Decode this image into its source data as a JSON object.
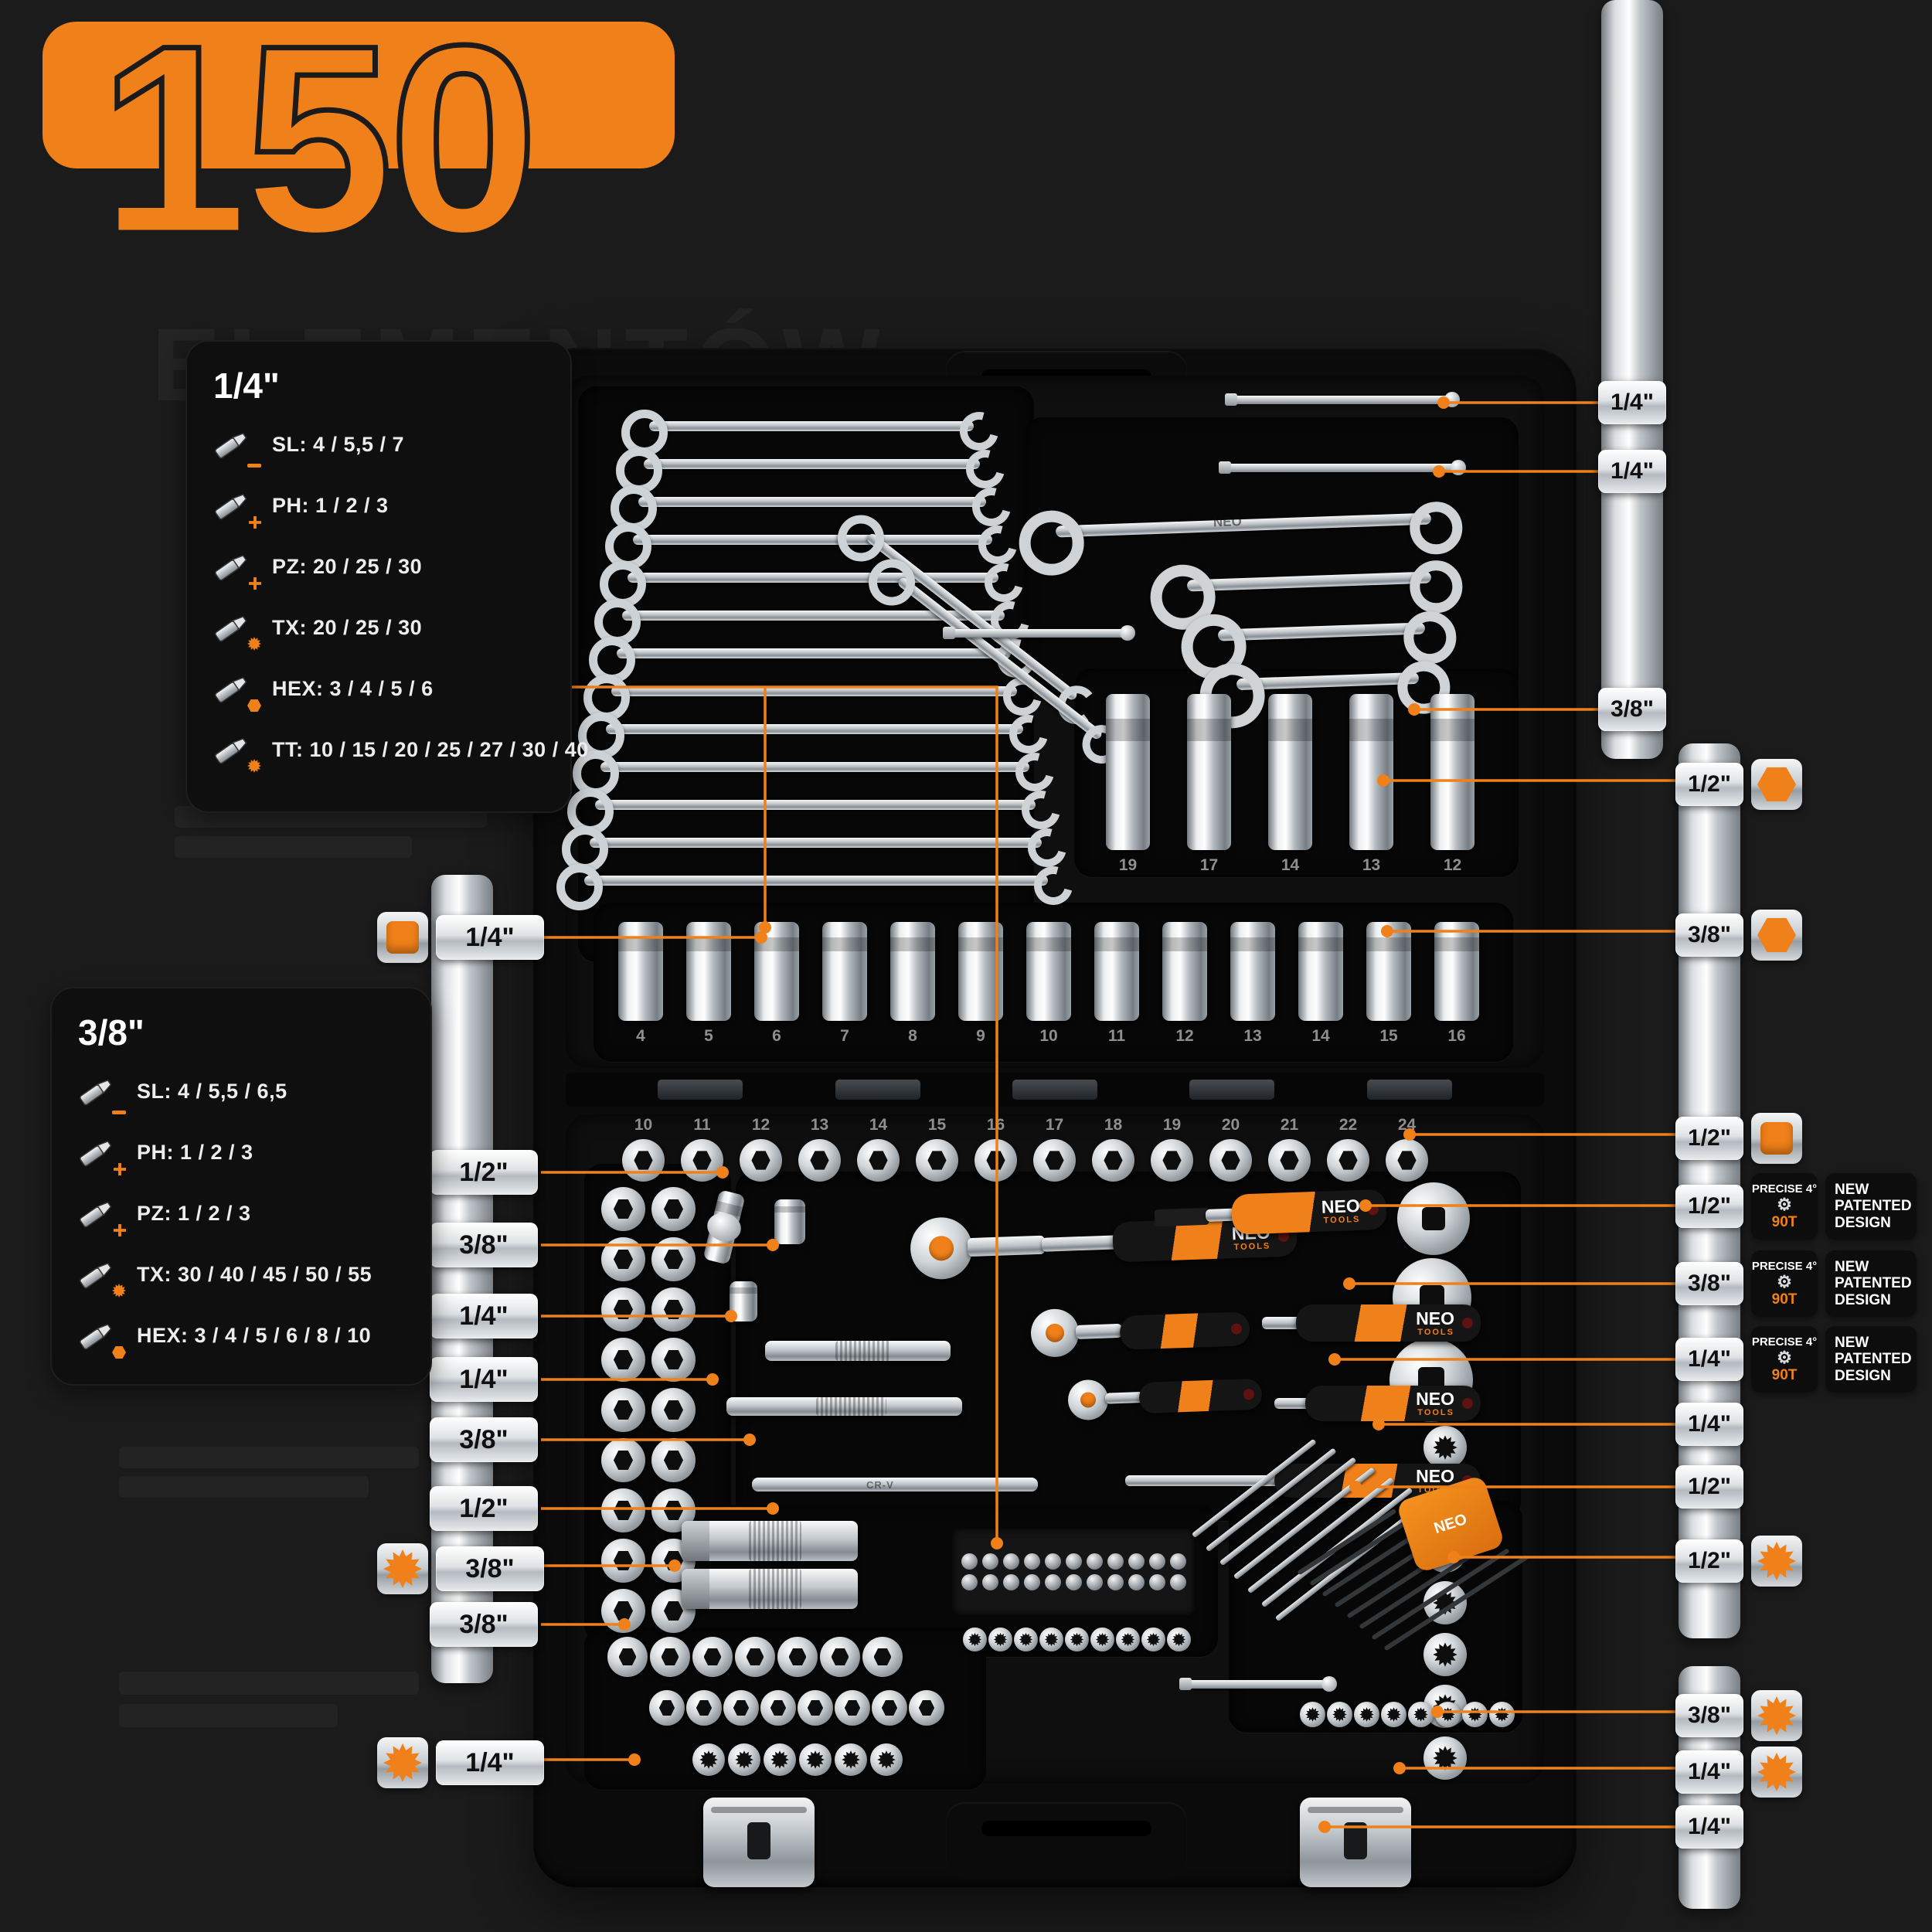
{
  "colors": {
    "accent": "#F08019",
    "background": "#1B1B1B",
    "case_black": "#0B0B0B",
    "chrome_light": "#F2F3F4",
    "chrome_dark": "#7A8187"
  },
  "title": {
    "number": "150",
    "subtitle": "ELEMENTÓW"
  },
  "brand": {
    "name": "NEO",
    "sub": "TOOLS",
    "steel": "CR-V"
  },
  "bit_panels": [
    {
      "header": "1/4\"",
      "rows": [
        {
          "icon": "bit-slotted-icon",
          "label": "SL: 4 / 5,5 / 7"
        },
        {
          "icon": "bit-phillips-icon",
          "label": "PH: 1 / 2 / 3"
        },
        {
          "icon": "bit-pozidriv-icon",
          "label": "PZ: 20 / 25 / 30"
        },
        {
          "icon": "bit-torx-icon",
          "label": "TX: 20 / 25 / 30"
        },
        {
          "icon": "bit-hex-icon",
          "label": "HEX: 3 / 4 / 5 / 6"
        },
        {
          "icon": "bit-tamper-torx-icon",
          "label": "TT: 10 / 15 / 20 / 25 / 27 / 30 / 40"
        }
      ]
    },
    {
      "header": "3/8\"",
      "rows": [
        {
          "icon": "bit-slotted-icon",
          "label": "SL: 4 / 5,5 / 6,5"
        },
        {
          "icon": "bit-phillips-icon",
          "label": "PH: 1 / 2 / 3"
        },
        {
          "icon": "bit-pozidriv-icon",
          "label": "PZ: 1 / 2 / 3"
        },
        {
          "icon": "bit-torx-icon",
          "label": "TX: 30 / 40 / 45 / 50 / 55"
        },
        {
          "icon": "bit-hex-icon",
          "label": "HEX: 3 / 4 / 5 / 6 / 8 / 10"
        }
      ]
    }
  ],
  "left_callouts": [
    {
      "text": "1/4\"",
      "icon": "square-drive-icon"
    },
    {
      "text": "1/2\""
    },
    {
      "text": "3/8\""
    },
    {
      "text": "1/4\""
    },
    {
      "text": "1/4\""
    },
    {
      "text": "3/8\""
    },
    {
      "text": "1/2\""
    },
    {
      "text": "3/8\"",
      "icon": "spline-socket-icon"
    },
    {
      "text": "3/8\""
    },
    {
      "text": "1/4\"",
      "icon": "spline-socket-icon"
    }
  ],
  "right_callouts": [
    {
      "text": "1/4\""
    },
    {
      "text": "1/4\""
    },
    {
      "text": "3/8\""
    },
    {
      "text": "1/2\"",
      "icon": "hex-socket-icon"
    },
    {
      "text": "3/8\"",
      "icon": "hex-socket-icon"
    },
    {
      "text": "1/2\"",
      "icon": "square-drive-icon"
    },
    {
      "text": "1/2\"",
      "badges": true
    },
    {
      "text": "3/8\"",
      "badges": true
    },
    {
      "text": "1/4\"",
      "badges": true
    },
    {
      "text": "1/4\""
    },
    {
      "text": "1/2\""
    },
    {
      "text": "1/2\"",
      "icon": "spline-socket-icon"
    },
    {
      "text": "3/8\"",
      "icon": "spline-socket-icon"
    },
    {
      "text": "1/4\"",
      "icon": "spline-socket-icon"
    },
    {
      "text": "1/4\""
    }
  ],
  "precise_badge": {
    "line1": "PRECISE 4°",
    "gear_icon": "⚙",
    "line2": "90T"
  },
  "patent_badge": {
    "text": "NEW PATENTED DESIGN"
  },
  "socket_labels": {
    "deep_row": [
      "4",
      "5",
      "6",
      "7",
      "8",
      "9",
      "10",
      "11",
      "12",
      "13",
      "14",
      "15",
      "16"
    ],
    "long_row": [
      "19",
      "17",
      "14",
      "13",
      "12"
    ],
    "lower_row": [
      "10",
      "11",
      "12",
      "13",
      "14",
      "15",
      "16",
      "17",
      "18",
      "19",
      "20",
      "21",
      "22",
      "24"
    ]
  }
}
